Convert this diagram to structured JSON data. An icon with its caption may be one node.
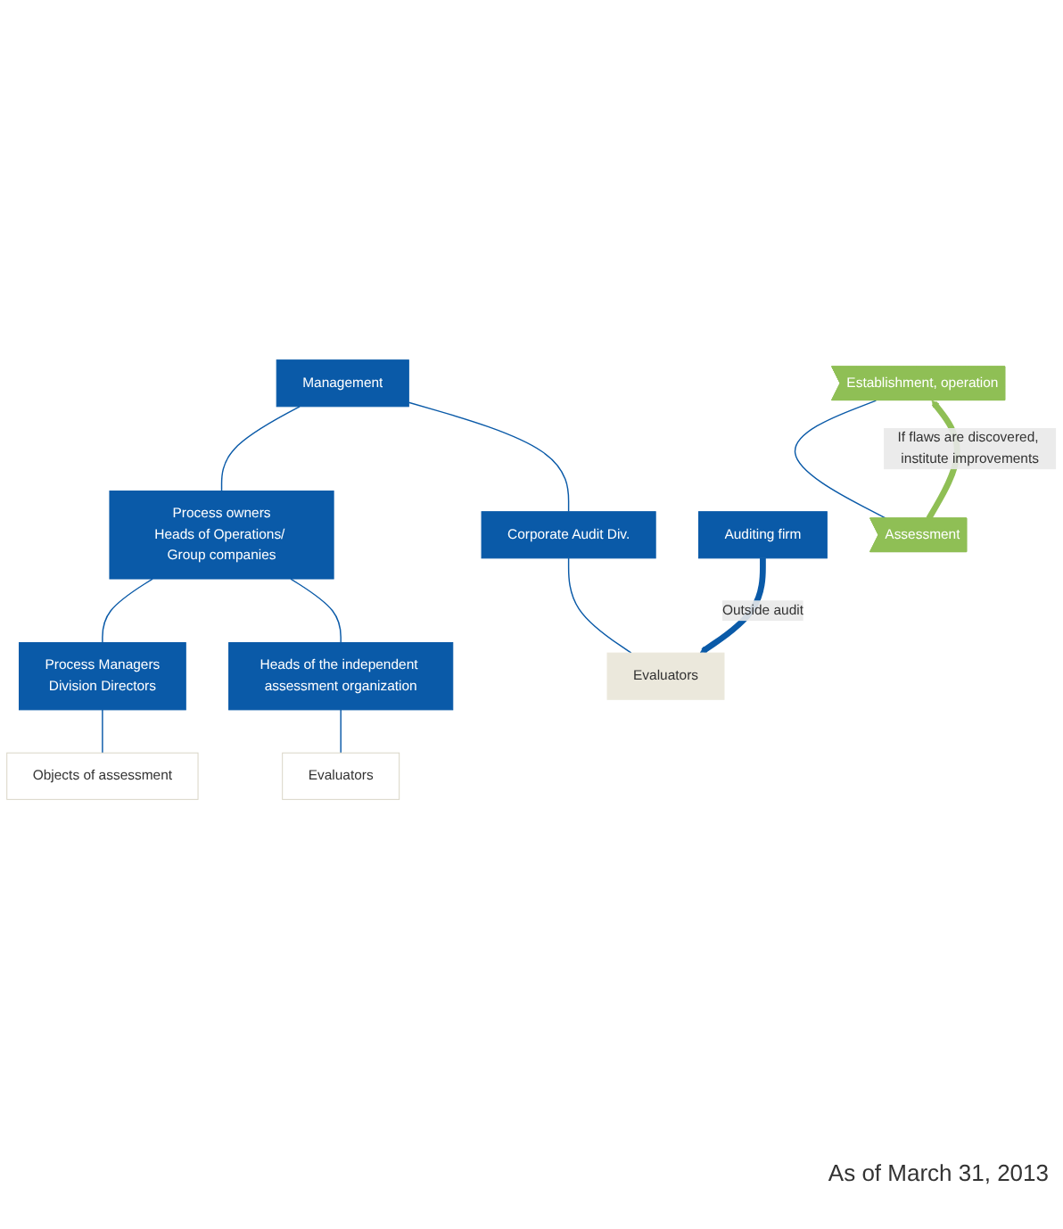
{
  "diagram": {
    "nodes": [
      {
        "text": [
          "Management"
        ]
      },
      {
        "text": [
          "Process owners",
          "Heads of Operations/ Group companies"
        ]
      },
      {
        "text": [
          "Corporate Audit Div."
        ]
      },
      {
        "text": [
          "Auditing firm"
        ]
      },
      {
        "text": [
          "Process Managers",
          "Division Directors"
        ]
      },
      {
        "text": [
          "Heads of the independent assessment organization"
        ]
      },
      {
        "text": [
          "Objects of assessment"
        ]
      },
      {
        "text": [
          "Evaluators"
        ]
      },
      {
        "text": [
          "Evaluators"
        ]
      },
      {
        "text": [
          "Establishment, operation"
        ]
      },
      {
        "text": [
          "Assessment"
        ]
      }
    ],
    "edges": [
      {
        "from": 0,
        "to": 1,
        "arrow": "none"
      },
      {
        "from": 0,
        "to": 2,
        "arrow": "none"
      },
      {
        "from": 1,
        "to": 4,
        "arrow": "none"
      },
      {
        "from": 1,
        "to": 5,
        "arrow": "none"
      },
      {
        "from": 4,
        "to": 6,
        "arrow": "none"
      },
      {
        "from": 5,
        "to": 7,
        "arrow": "none"
      },
      {
        "from": 2,
        "to": 8,
        "arrow": "none"
      },
      {
        "from": 3,
        "to": 8,
        "arrow": "to",
        "label": "Outside audit",
        "style": "thick"
      },
      {
        "from": 9,
        "to": 10,
        "arrow": "none"
      },
      {
        "from": 10,
        "to": 9,
        "arrow": "to",
        "label": "If flaws are discovered, institute improvements",
        "style": "thick",
        "color": "#8fbf55"
      }
    ],
    "labels": [
      "As of March 31, 2013"
    ]
  }
}
